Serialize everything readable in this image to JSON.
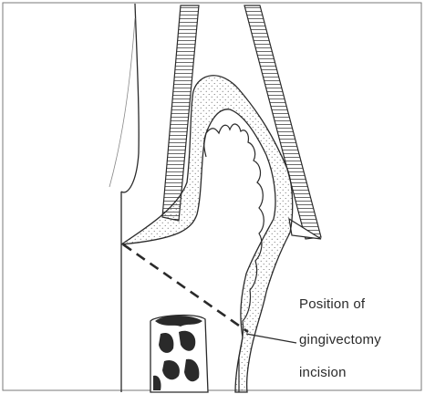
{
  "annotation": {
    "lines": [
      "Position of",
      "gingivectomy",
      "incision"
    ]
  },
  "colors": {
    "ink": "#2a2a2a",
    "frame": "#7a7a7a",
    "stipple": "#555555",
    "background": "#ffffff"
  }
}
